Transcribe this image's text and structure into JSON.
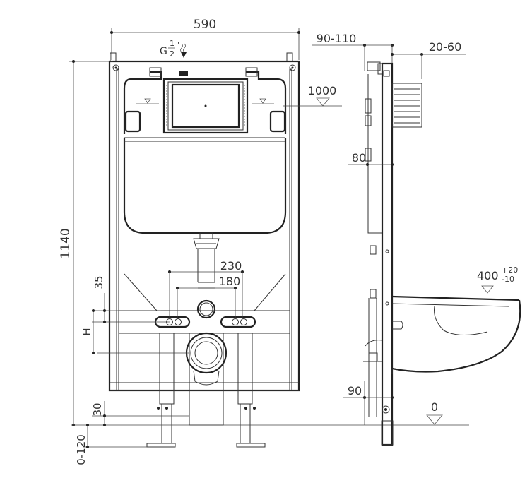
{
  "drawing": {
    "front_view": {
      "frame_width": "590",
      "overall_height": "1140",
      "supply_connection_prefix": "G",
      "supply_connection_fraction_num": "1",
      "supply_connection_fraction_den": "2",
      "supply_connection_inch_mark": "\"",
      "bolt_spacing_outer": "230",
      "bolt_spacing_inner": "180",
      "bolt_offset_height": "35",
      "drain_height_label": "H",
      "leg_height": "30",
      "leg_adjustment": "0-120"
    },
    "side_view": {
      "depth_range": "90-110",
      "button_projection": "20-60",
      "flush_plate_height": "1000",
      "inner_offset": "80",
      "bowl_height_base": "400",
      "bowl_height_tolerance_plus": "+20",
      "bowl_height_tolerance_minus": "-10",
      "bottom_offset": "90",
      "floor_level": "0"
    }
  }
}
